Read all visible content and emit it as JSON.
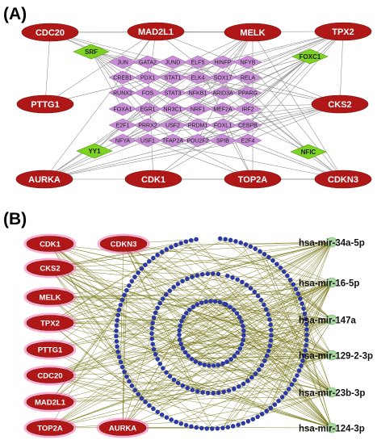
{
  "panel_a": {
    "label": "(A)",
    "hub_genes": [
      "CDC20",
      "MAD2L1",
      "MELK",
      "TPX2",
      "PTTG1",
      "CKS2",
      "AURKA",
      "CDK1",
      "TOP2A",
      "CDKN3"
    ],
    "green_tfs": [
      "SRF",
      "FOXC1",
      "YY1",
      "NFIC"
    ],
    "tf_grid": [
      [
        "JUN",
        "GATA2",
        "JUND",
        "ELF5",
        "HINFP",
        "NFYB"
      ],
      [
        "CREB1",
        "PDX1",
        "STAT1",
        "ELK4",
        "SOX17",
        "RELA"
      ],
      [
        "RUNX2",
        "FOS",
        "STAT3",
        "NFKB1",
        "ARID3A",
        "PPARG"
      ],
      [
        "FOXA1",
        "EGR1",
        "NR3C1",
        "NRF1",
        "MEF2A",
        "IRF2"
      ],
      [
        "E2F1",
        "PRRX2",
        "USF2",
        "PRDM1",
        "FOXL1",
        "CEBPB"
      ],
      [
        "NFYA",
        "USF1",
        "TFAP2A",
        "POU2F2",
        "SPIB",
        "E2F4"
      ]
    ],
    "colors": {
      "hub_fill": "#b01818",
      "tf_fill": "#c88fd6",
      "green_fill": "#7ed321",
      "edge": "#8a8a8a"
    }
  },
  "panel_b": {
    "label": "(B)",
    "genes_left": [
      "CDK1",
      "CKS2",
      "MELK",
      "TPX2",
      "PTTG1",
      "CDC20",
      "MAD2L1",
      "TOP2A"
    ],
    "gene_top": "CDKN3",
    "gene_bottom": "AURKA",
    "mirnas": [
      "hsa-mir-34a-5p",
      "hsa-mir-16-5p",
      "hsa-mir-147a",
      "hsa-mir-129-2-3p",
      "hsa-mir-23b-3p",
      "hsa-mir-124-3p"
    ],
    "colors": {
      "gene_fill": "#b01818",
      "gene_glow": "#f070b0",
      "target_fill": "#2b3aa8",
      "mirna_fill": "#a8d8a0",
      "edge": "#7c7a1e"
    }
  }
}
